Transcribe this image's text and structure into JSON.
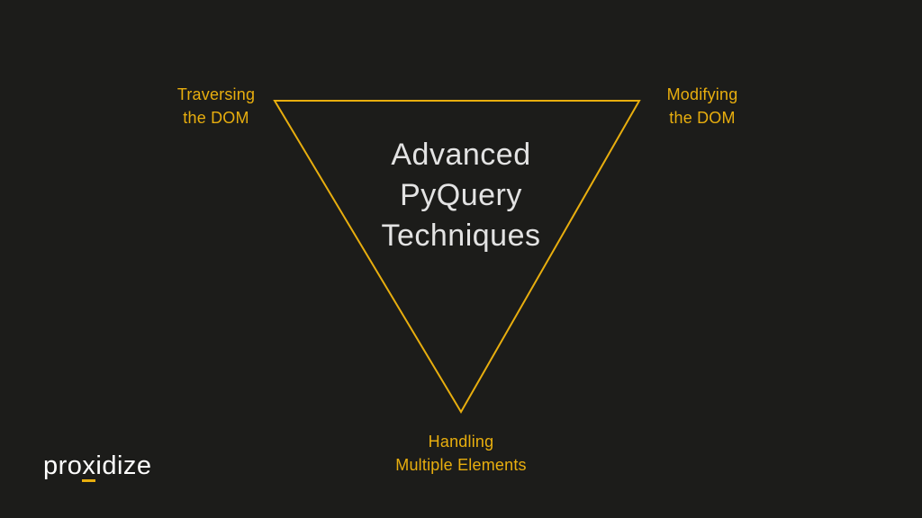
{
  "colors": {
    "background": "#1c1c1a",
    "accent": "#e8ae0e",
    "title_text": "#e3e3e3",
    "logo_text": "#ffffff"
  },
  "title": {
    "lines": [
      "Advanced",
      "PyQuery",
      "Techniques"
    ]
  },
  "labels": {
    "top_left": {
      "lines": [
        "Traversing",
        "the DOM"
      ]
    },
    "top_right": {
      "lines": [
        "Modifying",
        "the DOM"
      ]
    },
    "bottom": {
      "lines": [
        "Handling",
        "Multiple Elements"
      ]
    }
  },
  "logo": {
    "prefix": "pro",
    "highlight": "x",
    "suffix": "idize"
  }
}
